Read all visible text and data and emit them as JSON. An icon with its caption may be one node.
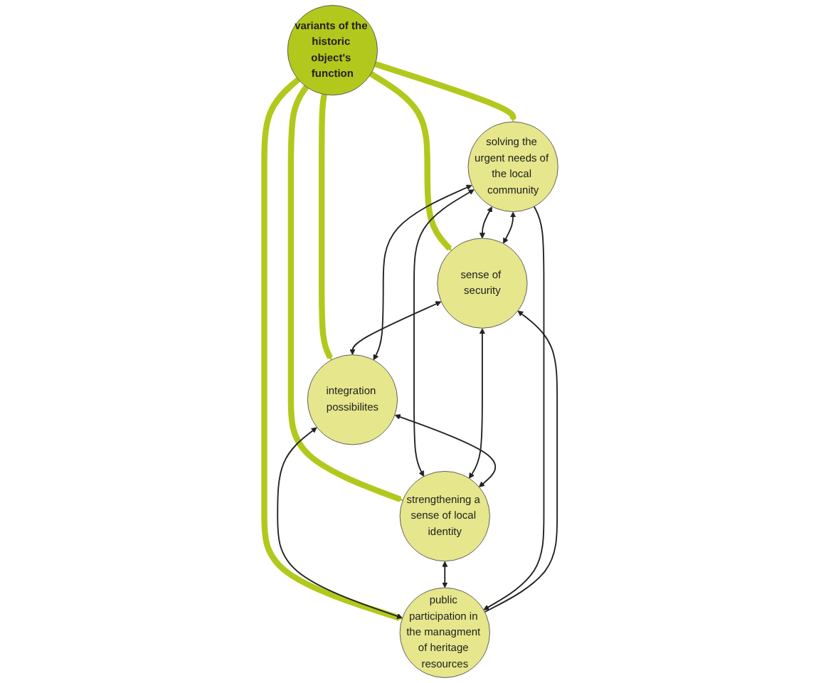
{
  "diagram": {
    "nodes": [
      {
        "text": [
          "variants of the historic object's function"
        ]
      },
      {
        "text": [
          "sense of security"
        ]
      },
      {
        "text": [
          "integration possibilites"
        ]
      },
      {
        "text": [
          "solving the urgent needs of the local community"
        ]
      },
      {
        "text": [
          "public participation in the managment of heritage resources"
        ]
      },
      {
        "text": [
          "strengthening a sense of local identity"
        ]
      }
    ],
    "edges": [
      {
        "from": 0,
        "to": 1,
        "arrow": "to",
        "style": "thick",
        "color": "#b3c81c"
      },
      {
        "from": 0,
        "to": 2,
        "arrow": "to",
        "style": "thick",
        "color": "#b3c81c"
      },
      {
        "from": 0,
        "to": 3,
        "arrow": "to",
        "style": "thick",
        "color": "#b3c81c"
      },
      {
        "from": 0,
        "to": 4,
        "arrow": "to",
        "style": "thick",
        "color": "#b3c81c"
      },
      {
        "from": 0,
        "to": 5,
        "arrow": "to",
        "style": "thick",
        "color": "#b3c81c"
      },
      {
        "from": 3,
        "to": 1,
        "arrow": "both"
      },
      {
        "from": 3,
        "to": 1,
        "arrow": "both"
      },
      {
        "from": 1,
        "to": 2,
        "arrow": "both"
      },
      {
        "from": 2,
        "to": 4,
        "arrow": "both"
      },
      {
        "from": 3,
        "to": 5,
        "arrow": "both"
      },
      {
        "from": 5,
        "to": 4,
        "arrow": "both"
      },
      {
        "from": 3,
        "to": 2,
        "arrow": "both"
      },
      {
        "from": 3,
        "to": 4,
        "arrow": "to"
      },
      {
        "from": 1,
        "to": 5,
        "arrow": "both"
      },
      {
        "from": 4,
        "to": 1,
        "arrow": "to"
      },
      {
        "from": 2,
        "to": 5,
        "arrow": "both"
      }
    ]
  }
}
